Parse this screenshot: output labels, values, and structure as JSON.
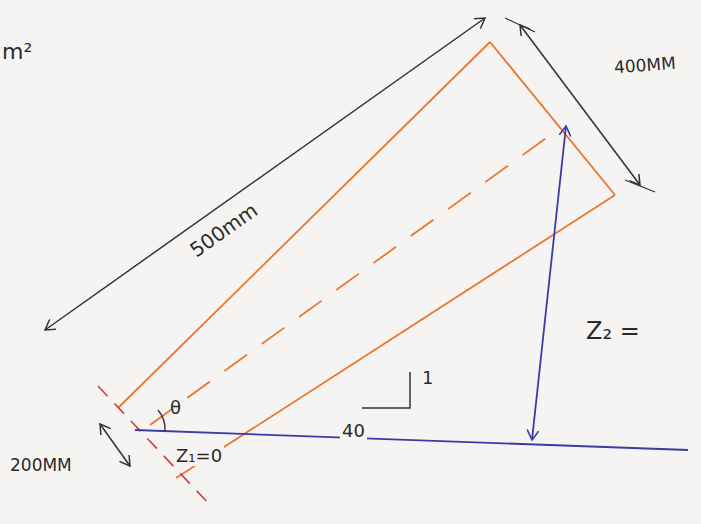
{
  "diagram": {
    "labels": [
      "m²",
      "500mm",
      "400MM",
      "θ",
      "1",
      "40",
      "Z₂ =",
      "200MM",
      "Z₁=0"
    ]
  }
}
